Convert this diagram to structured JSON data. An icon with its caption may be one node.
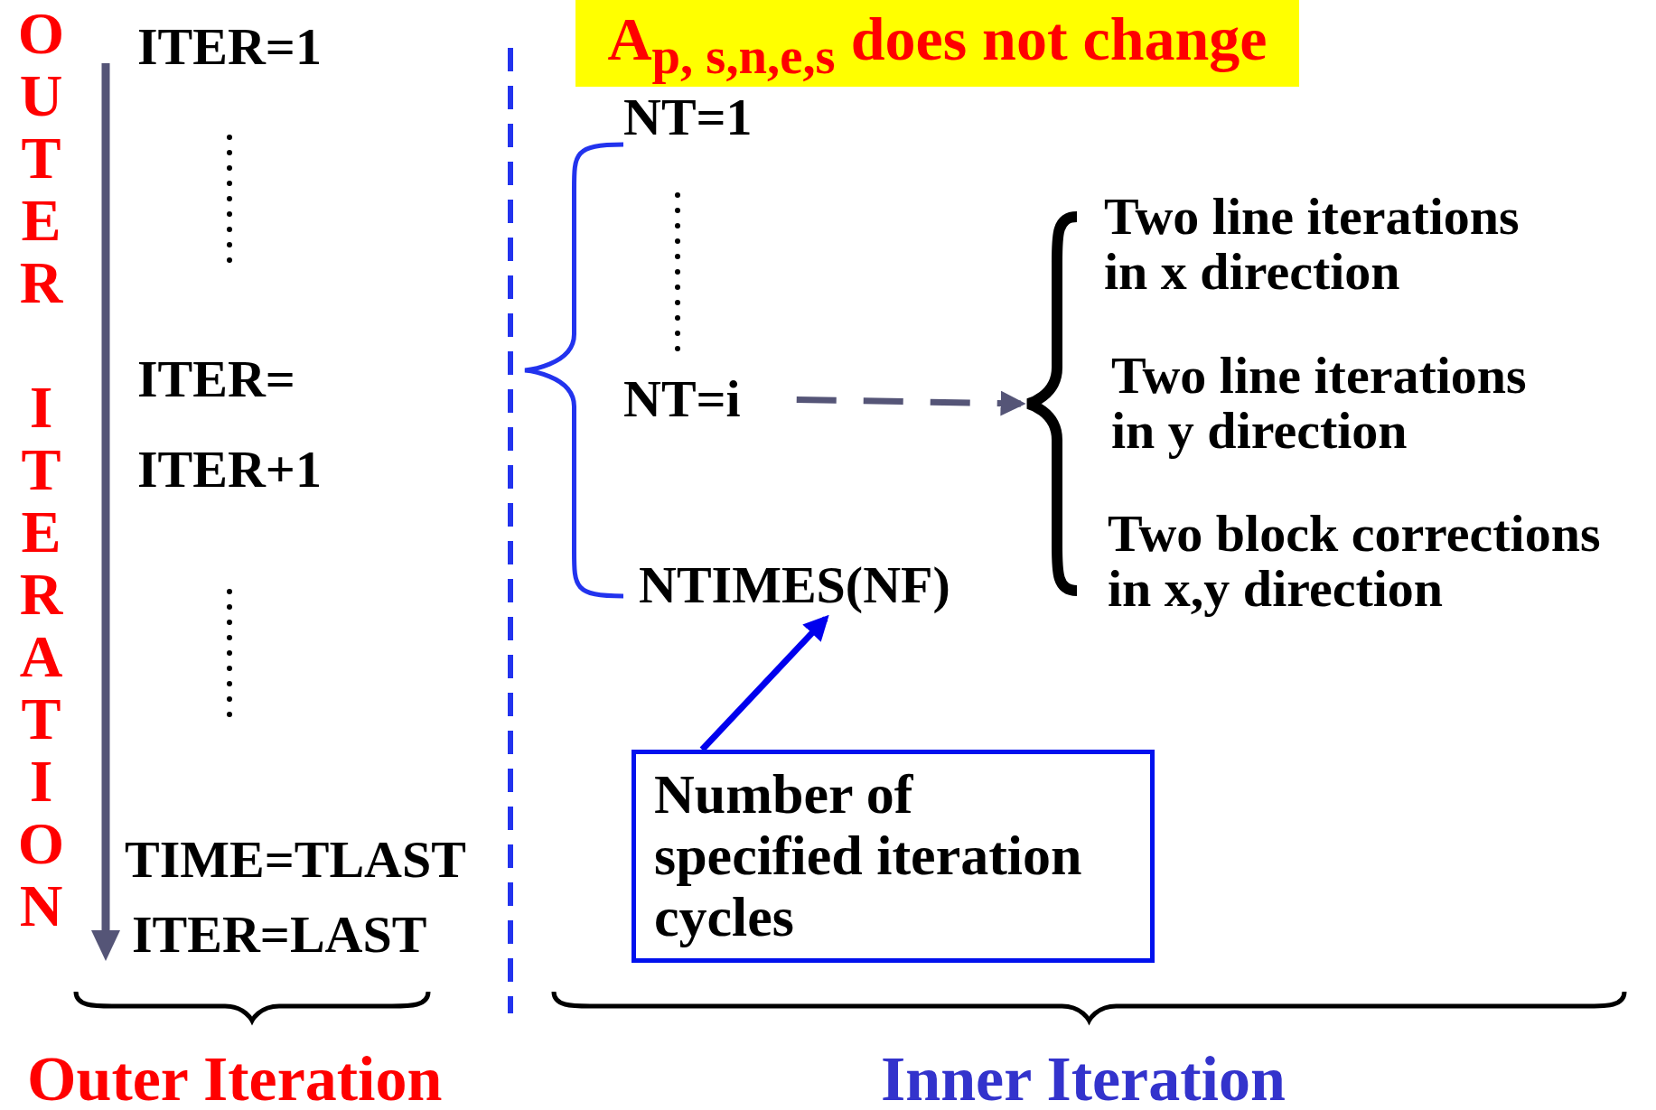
{
  "diagram": {
    "title": "A$_{p, s,n,e,s}$ does not change",
    "nodes": [
      {
        "text": [
          "ITER=1"
        ]
      },
      {
        "text": [
          "ITER= ITER+1"
        ]
      },
      {
        "text": [
          "TIME=TLAST"
        ]
      },
      {
        "text": [
          "ITER=LAST"
        ]
      },
      {
        "text": [
          "NT=1"
        ]
      },
      {
        "text": [
          "NT=i"
        ]
      },
      {
        "text": [
          "NTIMES(NF)"
        ]
      },
      {
        "text": [
          "Two line iterations in x direction",
          "Two line iterations in y direction",
          "Two block corrections in x,y direction"
        ]
      },
      {
        "text": [
          "Number of specified iteration cycles"
        ]
      }
    ],
    "edges": [
      {
        "from": 5,
        "to": 7,
        "arrow": "to",
        "style": "dashed",
        "color": "#555577"
      },
      {
        "from": 8,
        "to": 6,
        "arrow": "to",
        "color": "#0000ee"
      }
    ],
    "labels": [
      "OUTER ITERATION",
      "Outer Iteration",
      "Inner Iteration"
    ]
  }
}
